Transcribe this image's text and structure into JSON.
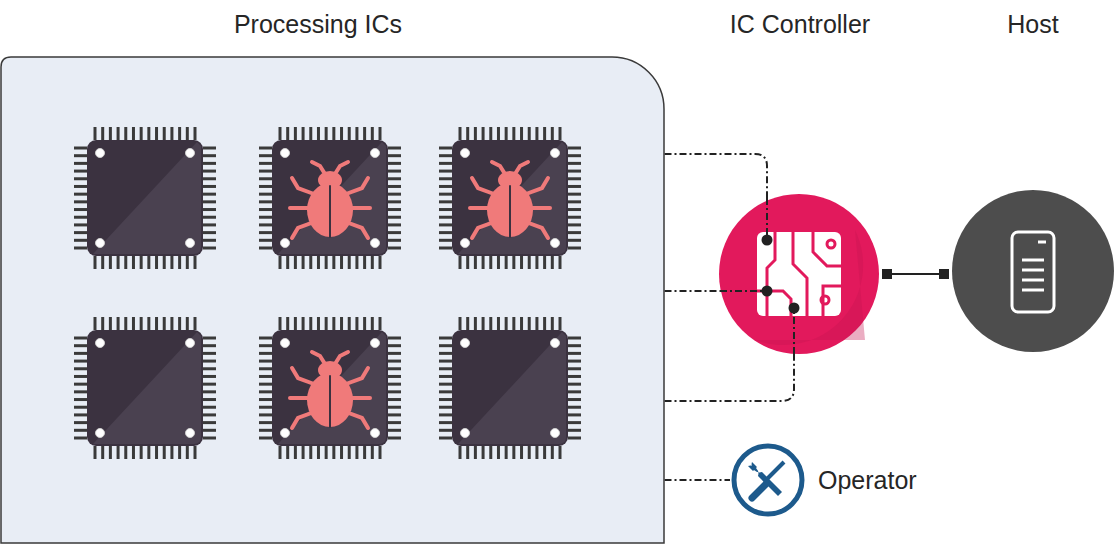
{
  "diagram": {
    "nodes": [
      {
        "text": [
          "Processing ICs"
        ]
      },
      {
        "text": [
          "IC Controller"
        ]
      },
      {
        "text": [
          "Host"
        ]
      },
      {
        "text": [
          "Operator"
        ]
      }
    ],
    "edges": [
      {
        "from": 0,
        "to": 1,
        "arrow": "none"
      },
      {
        "from": 1,
        "to": 2,
        "arrow": "none"
      },
      {
        "from": 0,
        "to": 3,
        "arrow": "none"
      }
    ]
  }
}
